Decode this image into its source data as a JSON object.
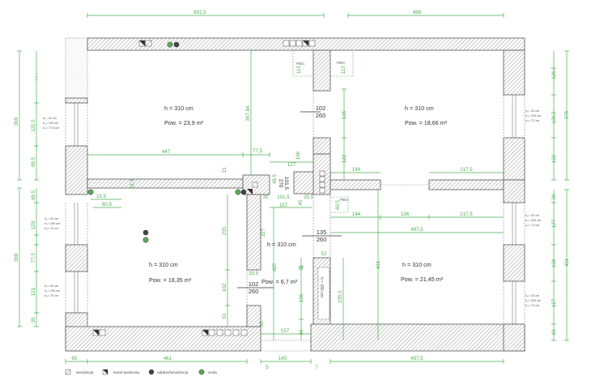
{
  "colors": {
    "dimension": "#4caf50",
    "wall": "#555555",
    "water": "#5aa55a",
    "drain": "#444444"
  },
  "rooms": [
    {
      "height": "h =   310 cm",
      "area": "Pow. =  23,9 m²"
    },
    {
      "height": "h =   310 cm",
      "area": "Pow. =  18,66 m²"
    },
    {
      "height": "h =   310 cm",
      "area": "Pow. =  18,35 m²"
    },
    {
      "height": "h =   310 cm",
      "area": "Pow. =  6,7 m²"
    },
    {
      "height": "h =   310 cm",
      "area": "Pow. =  21,45 m²"
    }
  ],
  "doors": [
    {
      "width": "102",
      "height": "260"
    },
    {
      "width": "135",
      "height": "260"
    },
    {
      "width": "102",
      "height": "260"
    }
  ],
  "stove_label": "PIEC",
  "niche_label": "h = 180 cm",
  "window_notes": [
    [
      "h₁= 42 cm",
      "h₂= 193 cm",
      "h₃= 77,5 cm"
    ],
    [
      "h₁= 40 cm",
      "h₂= 190 cm",
      "h₃= 79 cm"
    ],
    [
      "h₁= 40 cm",
      "h₂= 190 cm",
      "h₃= 79 cm"
    ],
    [
      "h₁= 33 cm",
      "h₂= 203 cm",
      "h₃= 72 cm"
    ],
    [
      "h₁= 33 cm",
      "h₂= 203 cm",
      "h₃= 72 cm"
    ],
    [
      "h₁= 33 cm",
      "h₂= 203 cm",
      "h₃= 72 cm"
    ]
  ],
  "dims": {
    "top_left": "651,5",
    "top_right": "498",
    "l_369": "369",
    "l_147": "147",
    "l_122_5": "122,5",
    "l_99_5": "99,5",
    "l_49_5": "49,5",
    "l_398": "398",
    "l_120": "120",
    "l_77_5": "77,5",
    "l_121": "121",
    "l_39": "39",
    "r1_367_84": "367,84",
    "r1_447": "447",
    "r1_77_5": "77,5",
    "r1_15": "15",
    "r1_22_5": "22,5",
    "c_127": "127",
    "c_106": "106",
    "c_101_5a": "101,5",
    "c_270": "270",
    "c_49_5": "49,5",
    "c_30": "30",
    "c_101_5b": "101,5",
    "c_157": "157",
    "c_45": "45",
    "c_25_5": "25,5",
    "c_227": "227",
    "c_425": "425",
    "c_115a": "115",
    "c_115b": "115",
    "r2_135": "135",
    "r2_122": "122",
    "r2_144a": "144",
    "r2_217_5a": "217,5",
    "r2_144b": "144",
    "r2_136": "136",
    "r2_217_5b": "217,5",
    "r2_60_5": "60,5",
    "r2_497_5": "497,5",
    "rt_126_5a": "126,5",
    "rt_126_5b": "126,5",
    "rt_122": "122",
    "rt_375": "375",
    "rt_30": "30",
    "rt_127a": "127",
    "rt_104": "104",
    "rt_127b": "127",
    "rt_43": "43",
    "rt_431": "431",
    "r4_431": "431",
    "r4_235_5": "235,5",
    "r4_52": "52",
    "r4_51": "51",
    "r4_136": "136",
    "r4_46": "46",
    "r3_15_5": "15,5",
    "r3_80_5": "80,5",
    "r3_235": "235",
    "r3_102": "102",
    "r3_61": "61",
    "r3_33_5": "33,5",
    "c_30b": "30",
    "c_157b": "157",
    "b_65": "65",
    "b_461": "461",
    "b_145": "145",
    "b_5": "5",
    "b_7": "7",
    "b_497_5": "497,5"
  },
  "legend": [
    {
      "icon": "ventilation-icon",
      "label": "wentylacja"
    },
    {
      "icon": "flue-duct-icon",
      "label": "kanał spalinowy"
    },
    {
      "icon": "drain-icon",
      "label": "odpływ/kanalizacja"
    },
    {
      "icon": "water-icon",
      "label": "woda"
    }
  ]
}
